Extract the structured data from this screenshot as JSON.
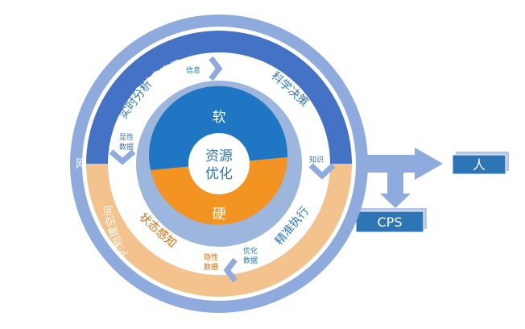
{
  "labels": {
    "net": "网",
    "cyber_space": "C:信息空间",
    "physical_space": "P:物理空间",
    "realtime_analysis": "实时分析",
    "scientific_decision": "科学决策",
    "precise_execution": "精准执行",
    "state_perception": "状态感知",
    "info": "信息",
    "knowledge": "知识",
    "explicit_line1": "显性",
    "explicit_line2": "数据",
    "implicit_line1": "隐性",
    "implicit_line2": "数据",
    "optimized_line1": "优化",
    "optimized_line2": "数据",
    "soft": "软",
    "hard": "硬",
    "core_line1": "资源",
    "core_line2": "优化",
    "person": "人",
    "cps": "CPS"
  },
  "colors": {
    "outer_ring": "#8faadc",
    "cyber_band": "#4472c4",
    "physical_band": "#f4c28c",
    "inner_ring": "#ffffff",
    "core_ring": "#9db6de",
    "soft_half": "#1f77c4",
    "hard_half": "#f39322",
    "center": "#ffffff",
    "arrow": "#8faadc",
    "box": "#2e75b6"
  }
}
